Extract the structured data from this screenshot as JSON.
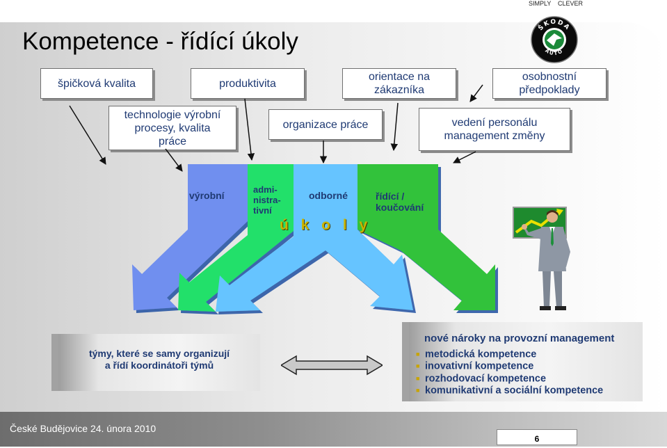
{
  "brand": {
    "simply": "SIMPLY",
    "clever": "CLEVER",
    "logo_text_top": "ŠKODA",
    "logo_text_bottom": "AUTO"
  },
  "title": "Kompetence - řídící úkoly",
  "top_boxes": [
    {
      "label": "špičková kvalita"
    },
    {
      "label": "produktivita"
    },
    {
      "label": "orientace na\nzákazníka"
    },
    {
      "label": "osobnostní\npředpoklady"
    }
  ],
  "middle_boxes": [
    {
      "label": "technologie výrobní\nprocesy, kvalita\npráce"
    },
    {
      "label": "organizace práce"
    },
    {
      "label": "vedení personálu\nmanagement změny"
    }
  ],
  "task_arrows": [
    {
      "label": "výrobní",
      "color": "#6f8fef"
    },
    {
      "label": "admi-\nnistra-\ntivní",
      "color": "#22e06a"
    },
    {
      "label": "odborné",
      "color": "#66c4ff"
    },
    {
      "label": "řídící /\nkoučování",
      "color": "#33c23a"
    }
  ],
  "ukoly_label": "ú k o l y",
  "teams_text": "týmy, které se samy organizují\na řídí koordinátoři týmů",
  "requirements": {
    "title": "nové nároky na provozní management",
    "items": [
      "metodická kompetence",
      "inovativní kompetence",
      "rozhodovací kompetence",
      "komunikativní a sociální kompetence"
    ]
  },
  "footer": {
    "location_date": "České Budějovice 24. února 2010",
    "page": "6"
  },
  "colors": {
    "text": "#1f3a73",
    "bullet": "#c8a400",
    "ukoly": "#c8b400"
  }
}
